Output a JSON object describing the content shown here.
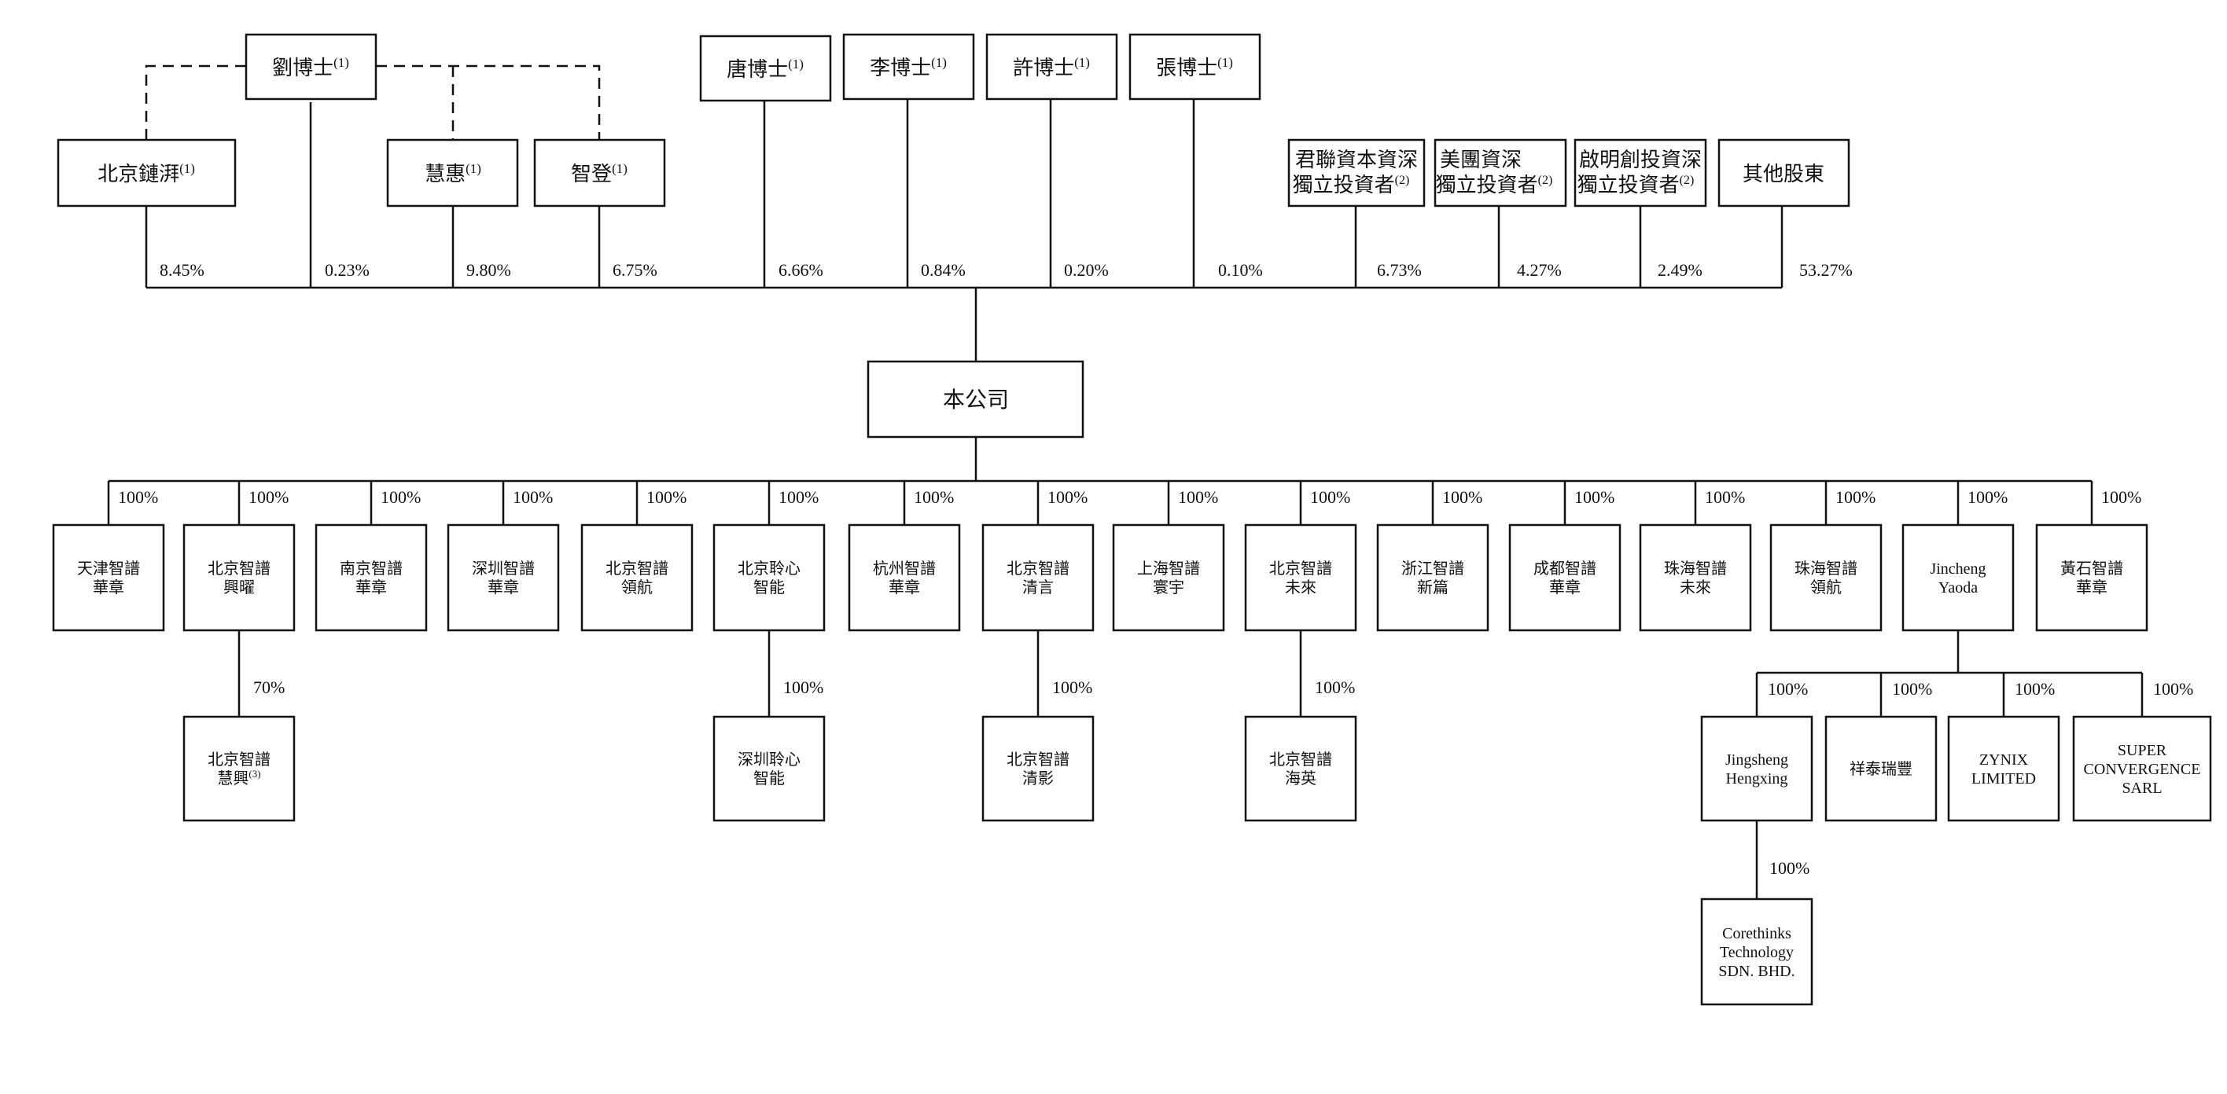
{
  "shareholders": {
    "liu": {
      "label": "劉博士",
      "note": "(1)"
    },
    "tang": {
      "label": "唐博士",
      "note": "(1)"
    },
    "li": {
      "label": "李博士",
      "note": "(1)"
    },
    "xu": {
      "label": "許博士",
      "note": "(1)"
    },
    "zhang": {
      "label": "張博士",
      "note": "(1)"
    },
    "lianxie": {
      "label": "北京鏈湃",
      "note": "(1)"
    },
    "huihui": {
      "label": "慧惠",
      "note": "(1)"
    },
    "zhideng": {
      "label": "智登",
      "note": "(1)"
    },
    "junlian": {
      "line1": "君聯資本資深",
      "line2": "獨立投資者",
      "note": "(2)"
    },
    "meituan": {
      "line1": "美團資深",
      "line2": "獨立投資者",
      "note": "(2)"
    },
    "qiming": {
      "line1": "啟明創投資深",
      "line2": "獨立投資者",
      "note": "(2)"
    },
    "others": {
      "label": "其他股東"
    }
  },
  "holdings": {
    "lianxie": "8.45%",
    "liu": "0.23%",
    "huihui": "9.80%",
    "zhideng": "6.75%",
    "tang": "6.66%",
    "li": "0.84%",
    "xu": "0.20%",
    "zhang": "0.10%",
    "junlian": "6.73%",
    "meituan": "4.27%",
    "qiming": "2.49%",
    "others": "53.27%"
  },
  "company": {
    "label": "本公司"
  },
  "subsidiaries": [
    {
      "id": "tianjin",
      "lines": [
        "天津智譜",
        "華章"
      ],
      "pct": "100%"
    },
    {
      "id": "bj-xingyao",
      "lines": [
        "北京智譜",
        "興曜"
      ],
      "pct": "100%"
    },
    {
      "id": "nanjing",
      "lines": [
        "南京智譜",
        "華章"
      ],
      "pct": "100%"
    },
    {
      "id": "shenzhen",
      "lines": [
        "深圳智譜",
        "華章"
      ],
      "pct": "100%"
    },
    {
      "id": "bj-linghang",
      "lines": [
        "北京智譜",
        "領航"
      ],
      "pct": "100%"
    },
    {
      "id": "bj-lingxin",
      "lines": [
        "北京聆心",
        "智能"
      ],
      "pct": "100%"
    },
    {
      "id": "hangzhou",
      "lines": [
        "杭州智譜",
        "華章"
      ],
      "pct": "100%"
    },
    {
      "id": "bj-qingyan",
      "lines": [
        "北京智譜",
        "清言"
      ],
      "pct": "100%"
    },
    {
      "id": "shanghai",
      "lines": [
        "上海智譜",
        "寰宇"
      ],
      "pct": "100%"
    },
    {
      "id": "bj-weilai",
      "lines": [
        "北京智譜",
        "未來"
      ],
      "pct": "100%"
    },
    {
      "id": "zhejiang",
      "lines": [
        "浙江智譜",
        "新篇"
      ],
      "pct": "100%"
    },
    {
      "id": "chengdu",
      "lines": [
        "成都智譜",
        "華章"
      ],
      "pct": "100%"
    },
    {
      "id": "zh-weilai",
      "lines": [
        "珠海智譜",
        "未來"
      ],
      "pct": "100%"
    },
    {
      "id": "zh-linghang",
      "lines": [
        "珠海智譜",
        "領航"
      ],
      "pct": "100%"
    },
    {
      "id": "jincheng",
      "lines": [
        "Jincheng",
        "Yaoda"
      ],
      "pct": "100%"
    },
    {
      "id": "huangshi",
      "lines": [
        "黃石智譜",
        "華章"
      ],
      "pct": "100%"
    }
  ],
  "second_tier": [
    {
      "id": "bj-huixing",
      "parent": "bj-xingyao",
      "lines": [
        "北京智譜",
        "慧興"
      ],
      "note": "(3)",
      "pct": "70%"
    },
    {
      "id": "sz-lingxin",
      "parent": "bj-lingxin",
      "lines": [
        "深圳聆心",
        "智能"
      ],
      "pct": "100%"
    },
    {
      "id": "bj-qingying",
      "parent": "bj-qingyan",
      "lines": [
        "北京智譜",
        "清影"
      ],
      "pct": "100%"
    },
    {
      "id": "bj-haiying",
      "parent": "bj-weilai",
      "lines": [
        "北京智譜",
        "海英"
      ],
      "pct": "100%"
    },
    {
      "id": "jingsheng",
      "parent": "jincheng",
      "lines": [
        "Jingsheng",
        "Hengxing"
      ],
      "pct": "100%"
    },
    {
      "id": "xiangtai",
      "parent": "jincheng",
      "lines": [
        "祥泰瑞豐"
      ],
      "pct": "100%"
    },
    {
      "id": "zynix",
      "parent": "jincheng",
      "lines": [
        "ZYNIX",
        "LIMITED"
      ],
      "pct": "100%"
    },
    {
      "id": "super",
      "parent": "jincheng",
      "lines": [
        "SUPER",
        "CONVERGENCE",
        "SARL"
      ],
      "pct": "100%"
    }
  ],
  "third_tier": [
    {
      "id": "corethinks",
      "parent": "jingsheng",
      "lines": [
        "Corethinks",
        "Technology",
        "SDN. BHD."
      ],
      "pct": "100%"
    }
  ]
}
